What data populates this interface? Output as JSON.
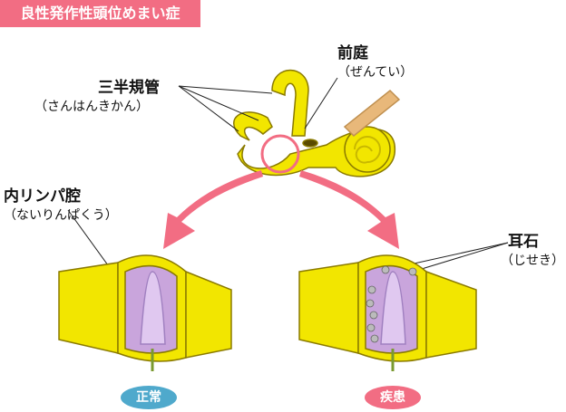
{
  "title": "良性発作性頭位めまい症",
  "labels": {
    "semicircular": {
      "main": "三半規管",
      "sub": "（さんはんきかん）"
    },
    "vestibule": {
      "main": "前庭",
      "sub": "（ぜんてい）"
    },
    "endolymph": {
      "main": "内リンパ腔",
      "sub": "（ないりんぱくう）"
    },
    "otolith": {
      "main": "耳石",
      "sub": "（じせき）"
    }
  },
  "badges": {
    "normal": "正常",
    "disease": "疾患"
  },
  "colors": {
    "pink": "#f26d83",
    "blue": "#4fa9cc",
    "yellow": "#f2e600",
    "purple": "#c9a5dc"
  }
}
